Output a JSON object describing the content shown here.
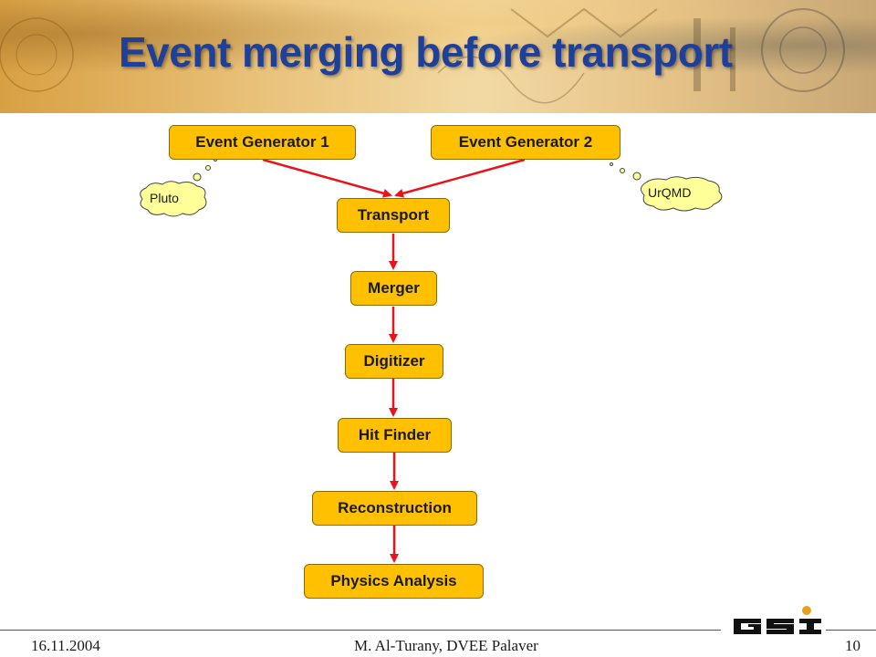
{
  "slide": {
    "title": "Event merging before transport"
  },
  "diagram": {
    "nodes": {
      "event_generator_1": "Event Generator 1",
      "event_generator_2": "Event Generator 2",
      "transport": "Transport",
      "merger": "Merger",
      "digitizer": "Digitizer",
      "hit_finder": "Hit Finder",
      "reconstruction": "Reconstruction",
      "physics_analysis": "Physics Analysis"
    },
    "clouds": {
      "pluto": "Pluto",
      "urqmd": "UrQMD"
    },
    "colors": {
      "node_fill": "#ffc000",
      "arrow": "#e8141b",
      "cloud_fill": "#ffff99",
      "title": "#1e3f9a"
    }
  },
  "footer": {
    "date": "16.11.2004",
    "author": "M. Al-Turany,  DVEE  Palaver",
    "page_number": "10",
    "logo": "gsi-logo"
  }
}
